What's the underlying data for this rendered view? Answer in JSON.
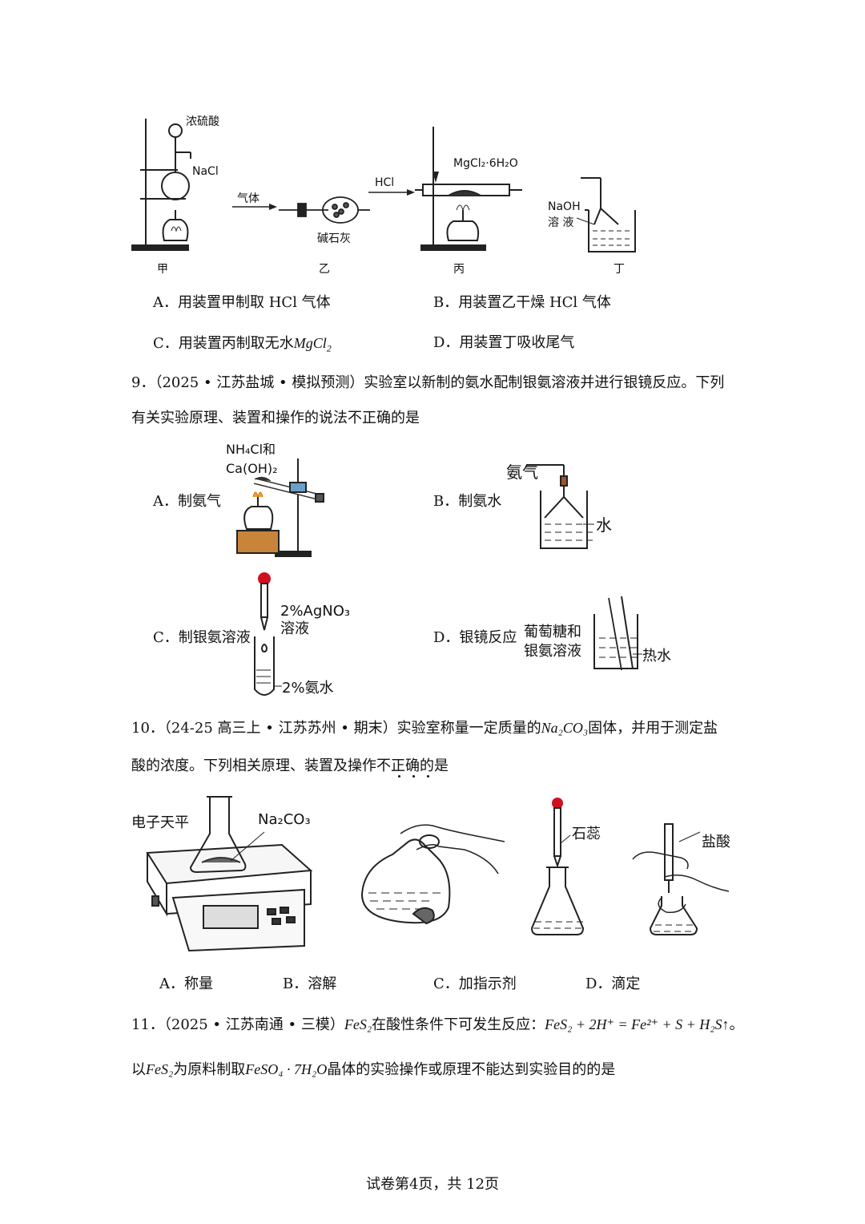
{
  "q8": {
    "figure": {
      "jia_acid": "浓硫酸",
      "jia_salt": "NaCl",
      "gas_arrow": "气体",
      "soda_lime": "碱石灰",
      "hcl_arrow": "HCl",
      "mgcl2": "MgCl₂·6H₂O",
      "naoh": "NaOH",
      "naoh_sol": "溶 液",
      "cap_jia": "甲",
      "cap_yi": "乙",
      "cap_bing": "丙",
      "cap_ding": "丁"
    },
    "options": {
      "A": "A．用装置甲制取 HCl 气体",
      "B": "B．用装置乙干燥 HCl 气体",
      "C_pre": "C．用装置丙制取无水",
      "C_math": "MgCl",
      "C_sub": "2",
      "D": "D．用装置丁吸收尾气"
    }
  },
  "q9": {
    "line1": "9．（2025 • 江苏盐城 • 模拟预测）实验室以新制的氨水配制银氨溶液并进行银镜反应。下列",
    "line2": "有关实验原理、装置和操作的说法不正确的是",
    "figA": {
      "nh4cl": "NH₄Cl和",
      "caoh": "Ca(OH)₂"
    },
    "figB": {
      "ammonia": "氨气",
      "water": "水"
    },
    "figC": {
      "agno3": "2%AgNO₃",
      "sol": "溶液",
      "nh3w": "2%氨水"
    },
    "figD": {
      "glucose": "葡萄糖和",
      "silver": "银氨溶液",
      "hot": "热水"
    },
    "options": {
      "A": "A．制氨气",
      "B": "B．制氨水",
      "C": "C．制银氨溶液",
      "D": "D．银镜反应"
    }
  },
  "q10": {
    "line1_pre": "10．（24-25 高三上 • 江苏苏州 • 期末）实验室称量一定质量的",
    "line1_math": "Na₂CO₃",
    "line1_post": "固体，并用于测定盐",
    "line2": "酸的浓度。下列相关原理、装置及操作不正确的是",
    "fig": {
      "balance": "电子天平",
      "na2co3": "Na₂CO₃",
      "litmus": "石蕊",
      "hcl": "盐酸"
    },
    "options": {
      "A": "A．称量",
      "B": "B．溶解",
      "C": "C．加指示剂",
      "D": "D．滴定"
    }
  },
  "q11": {
    "line1_pre": "11．（2025 • 江苏南通 • 三模）",
    "line1_fes2": "FeS₂",
    "line1_mid": "在酸性条件下可发生反应：",
    "line1_eq": "FeS₂ + 2H⁺ = Fe²⁺ + S + H₂S↑",
    "line1_end": "。",
    "line2_pre": "以",
    "line2_fes2": "FeS₂",
    "line2_mid": "为原料制取",
    "line2_cryst": "FeSO₄ · 7H₂O",
    "line2_post": "晶体的实验操作或原理不能达到实验目的的是"
  },
  "footer": "试卷第4页，共 12页"
}
